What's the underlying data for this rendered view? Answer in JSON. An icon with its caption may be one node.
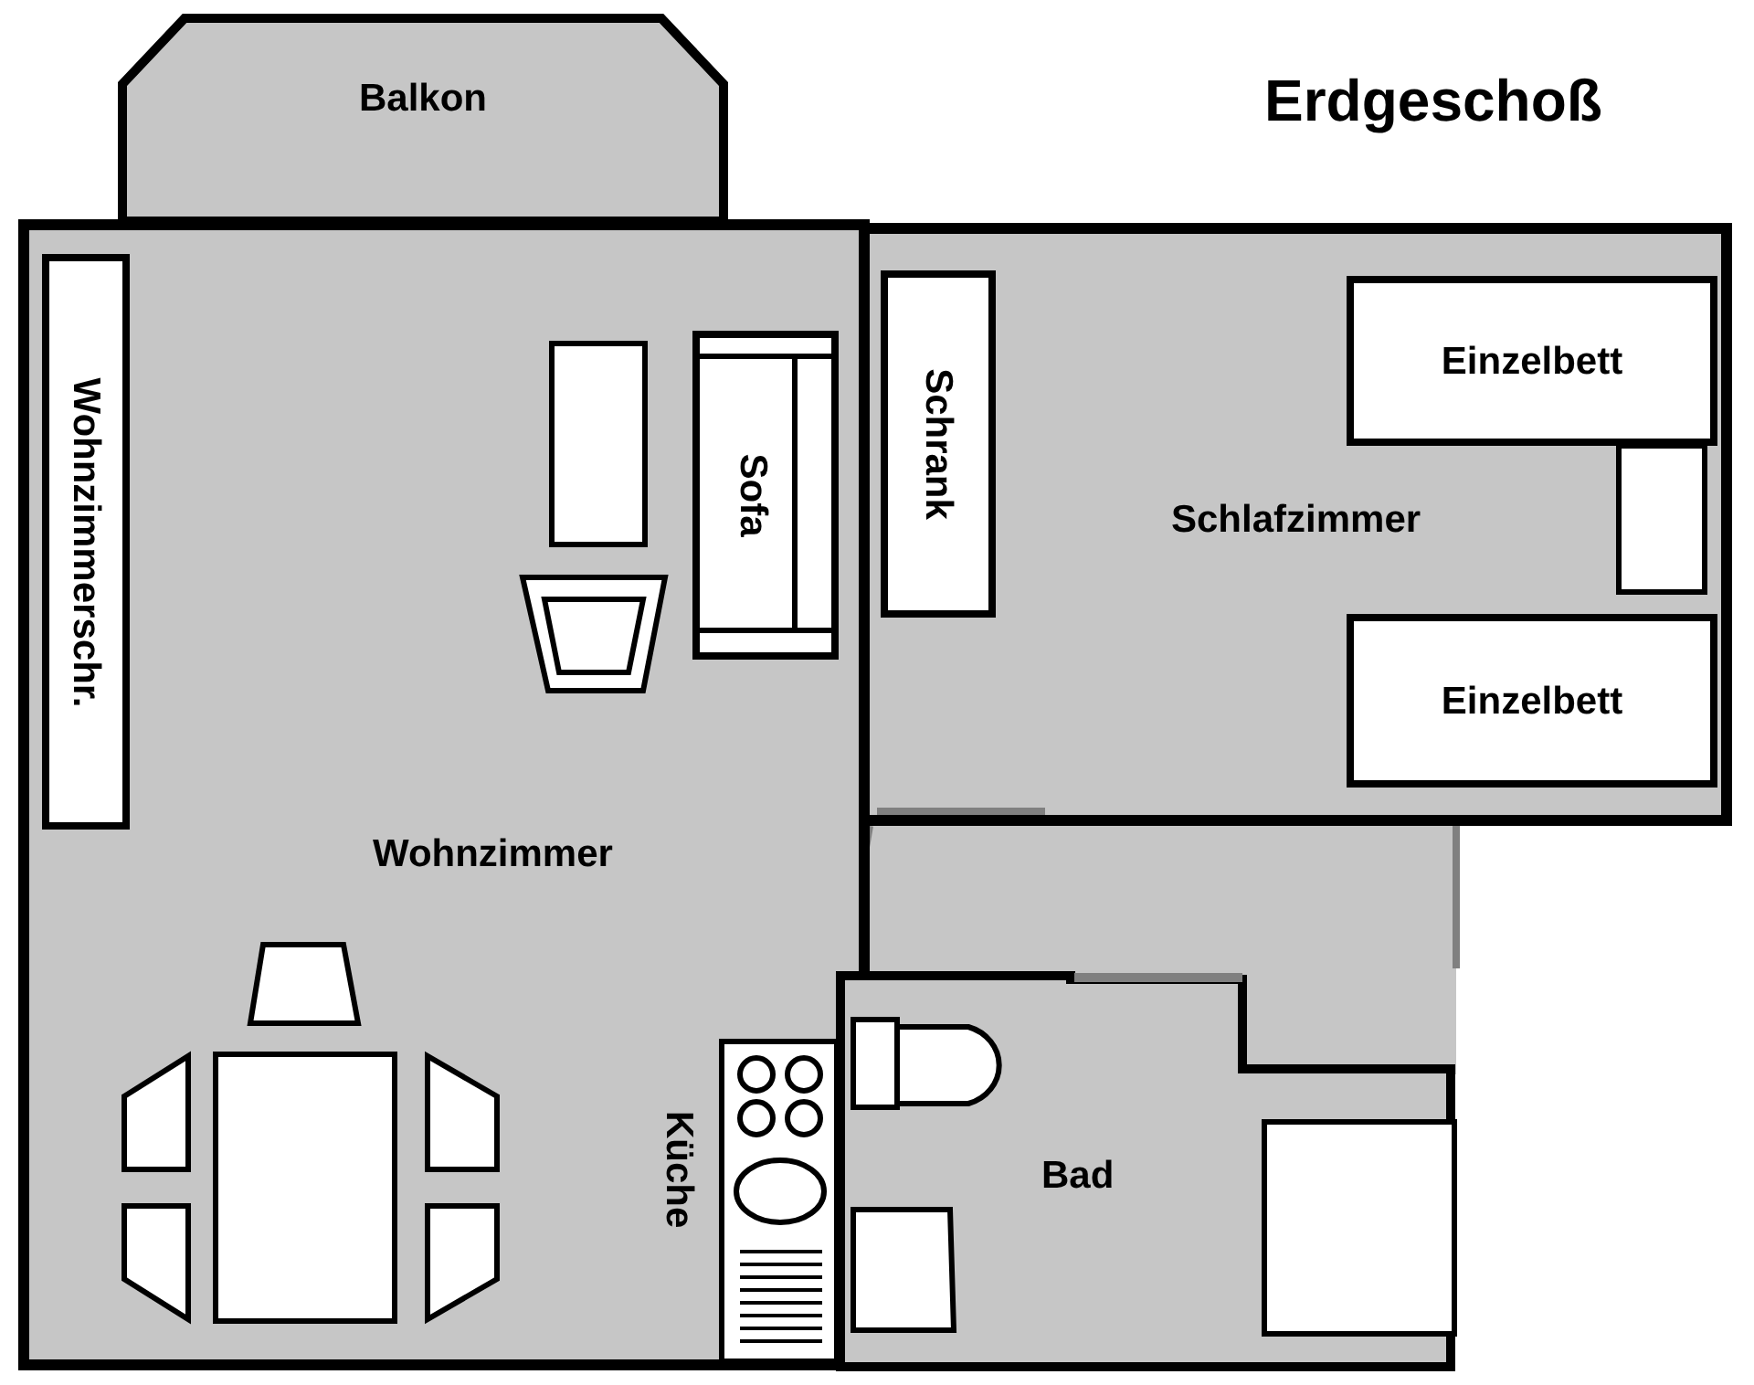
{
  "diagram": {
    "title": "Erdgeschoß",
    "nodes": [
      {
        "text": [
          "Balkon"
        ]
      },
      {
        "text": [
          "Wohnzimmer"
        ]
      },
      {
        "text": [
          "Wohnzimmerschr."
        ],
        "in": 1
      },
      {
        "text": [
          "Sofa"
        ],
        "in": 1
      },
      {
        "text": [
          "Schlafzimmer"
        ]
      },
      {
        "text": [
          "Schrank"
        ],
        "in": 4
      },
      {
        "text": [
          "Einzelbett"
        ],
        "in": 4
      },
      {
        "text": [
          "Einzelbett"
        ],
        "in": 4
      },
      {
        "text": [
          "Bad"
        ]
      }
    ],
    "edges": [],
    "labels": [
      "Küche"
    ]
  }
}
